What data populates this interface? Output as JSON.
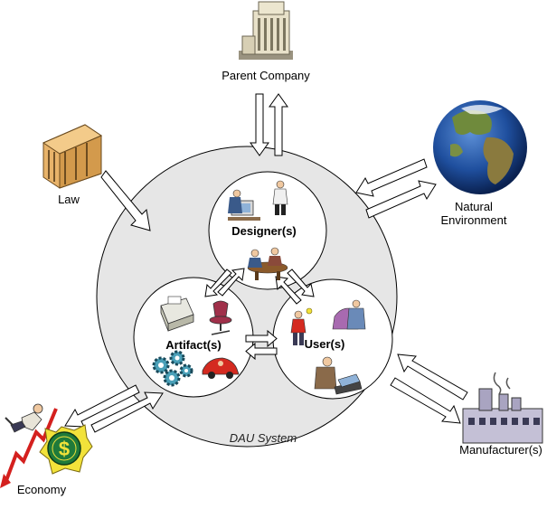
{
  "system": {
    "label": "DAU System"
  },
  "nodes": {
    "designer": {
      "label": "Designer(s)"
    },
    "artifact": {
      "label": "Artifact(s)"
    },
    "user": {
      "label": "User(s)"
    }
  },
  "actors": {
    "parent_company": {
      "label": "Parent Company"
    },
    "law": {
      "label": "Law"
    },
    "natural_environment": {
      "label_line1": "Natural",
      "label_line2": "Environment"
    },
    "manufacturer": {
      "label": "Manufacturer(s)"
    },
    "economy": {
      "label": "Economy"
    }
  },
  "colors": {
    "system_fill": "#e6e6e6",
    "node_fill": "#ffffff",
    "outline": "#000000"
  }
}
